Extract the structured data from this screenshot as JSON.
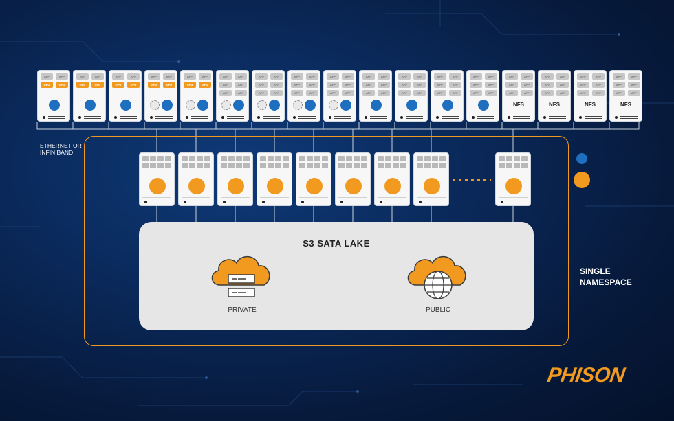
{
  "colors": {
    "accent_orange": "#f29a1f",
    "blue_node": "#1e6fbf",
    "background": "#0a2a5c",
    "lake_fill": "#e6e6e6"
  },
  "top_servers": [
    {
      "type": "gpu",
      "apps": [
        "APP",
        "APP"
      ],
      "gpus": [
        "GPU",
        "GPU"
      ],
      "cpu_icon": false
    },
    {
      "type": "gpu",
      "apps": [
        "APP",
        "APP"
      ],
      "gpus": [
        "GPU",
        "GPU"
      ],
      "cpu_icon": false
    },
    {
      "type": "gpu",
      "apps": [
        "APP",
        "APP"
      ],
      "gpus": [
        "GPU",
        "GPU"
      ],
      "cpu_icon": false
    },
    {
      "type": "gpu",
      "apps": [
        "APP",
        "APP"
      ],
      "gpus": [
        "GPU",
        "GPU"
      ],
      "cpu_icon": true
    },
    {
      "type": "gpu",
      "apps": [
        "APP",
        "APP"
      ],
      "gpus": [
        "GPU",
        "GPU"
      ],
      "cpu_icon": true
    },
    {
      "type": "app",
      "apps": [
        "APP",
        "APP",
        "APP",
        "APP",
        "APP",
        "APP"
      ],
      "cpu_icon": true
    },
    {
      "type": "app",
      "apps": [
        "APP",
        "APP",
        "APP",
        "APP",
        "APP",
        "APP"
      ],
      "cpu_icon": true
    },
    {
      "type": "app",
      "apps": [
        "APP",
        "APP",
        "APP",
        "APP",
        "APP",
        "APP"
      ],
      "cpu_icon": true
    },
    {
      "type": "app",
      "apps": [
        "APP",
        "APP",
        "APP",
        "APP",
        "APP",
        "APP"
      ],
      "cpu_icon": true
    },
    {
      "type": "app",
      "apps": [
        "APP",
        "APP",
        "APP",
        "APP",
        "APP",
        "APP"
      ],
      "cpu_icon": false
    },
    {
      "type": "app",
      "apps": [
        "APP",
        "APP",
        "APP",
        "APP",
        "APP",
        "APP"
      ],
      "cpu_icon": false
    },
    {
      "type": "app",
      "apps": [
        "APP",
        "APP",
        "APP",
        "APP",
        "APP",
        "APP"
      ],
      "cpu_icon": false
    },
    {
      "type": "app",
      "apps": [
        "APP",
        "APP",
        "APP",
        "APP",
        "APP",
        "APP"
      ],
      "cpu_icon": false
    },
    {
      "type": "nfs",
      "apps": [
        "APP",
        "APP",
        "APP",
        "APP",
        "APP",
        "APP"
      ],
      "label": "NFS"
    },
    {
      "type": "nfs",
      "apps": [
        "APP",
        "APP",
        "APP",
        "APP",
        "APP",
        "APP"
      ],
      "label": "NFS"
    },
    {
      "type": "nfs",
      "apps": [
        "APP",
        "APP",
        "APP",
        "APP",
        "APP",
        "APP"
      ],
      "label": "NFS"
    },
    {
      "type": "nfs",
      "apps": [
        "APP",
        "APP",
        "APP",
        "APP",
        "APP",
        "APP"
      ],
      "label": "NFS"
    }
  ],
  "storage_node_count": 9,
  "network_label": "ETHERNET OR\nINFINIBAND",
  "lake": {
    "title": "S3 SATA LAKE",
    "private_label": "PRIVATE",
    "public_label": "PUBLIC"
  },
  "namespace_label": "SINGLE\nNAMESPACE",
  "brand": "PHISON"
}
